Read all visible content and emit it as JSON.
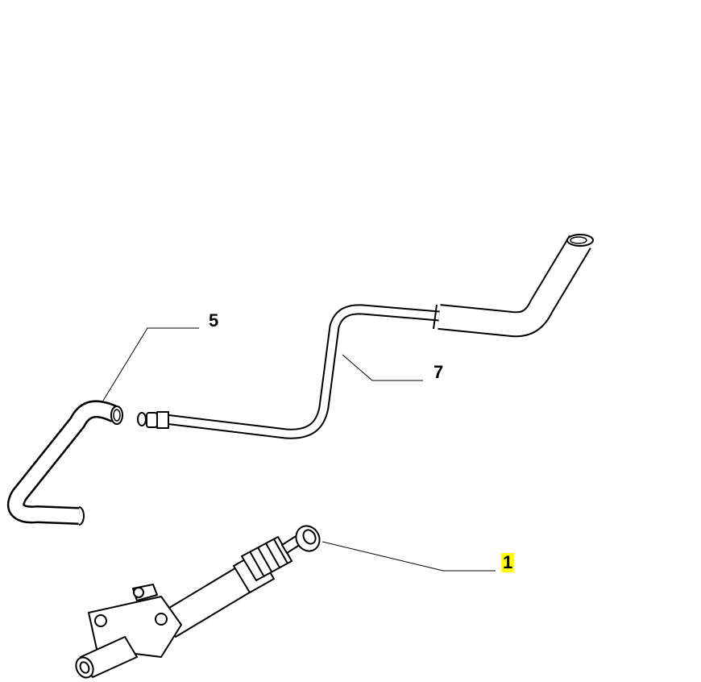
{
  "callouts": [
    {
      "number": "5",
      "part": "hose",
      "highlighted": false
    },
    {
      "number": "7",
      "part": "pipe",
      "highlighted": false
    },
    {
      "number": "1",
      "part": "slave-cylinder",
      "highlighted": true
    }
  ],
  "colors": {
    "line": "#000000",
    "highlight": "#ffff00",
    "background": "#ffffff"
  }
}
